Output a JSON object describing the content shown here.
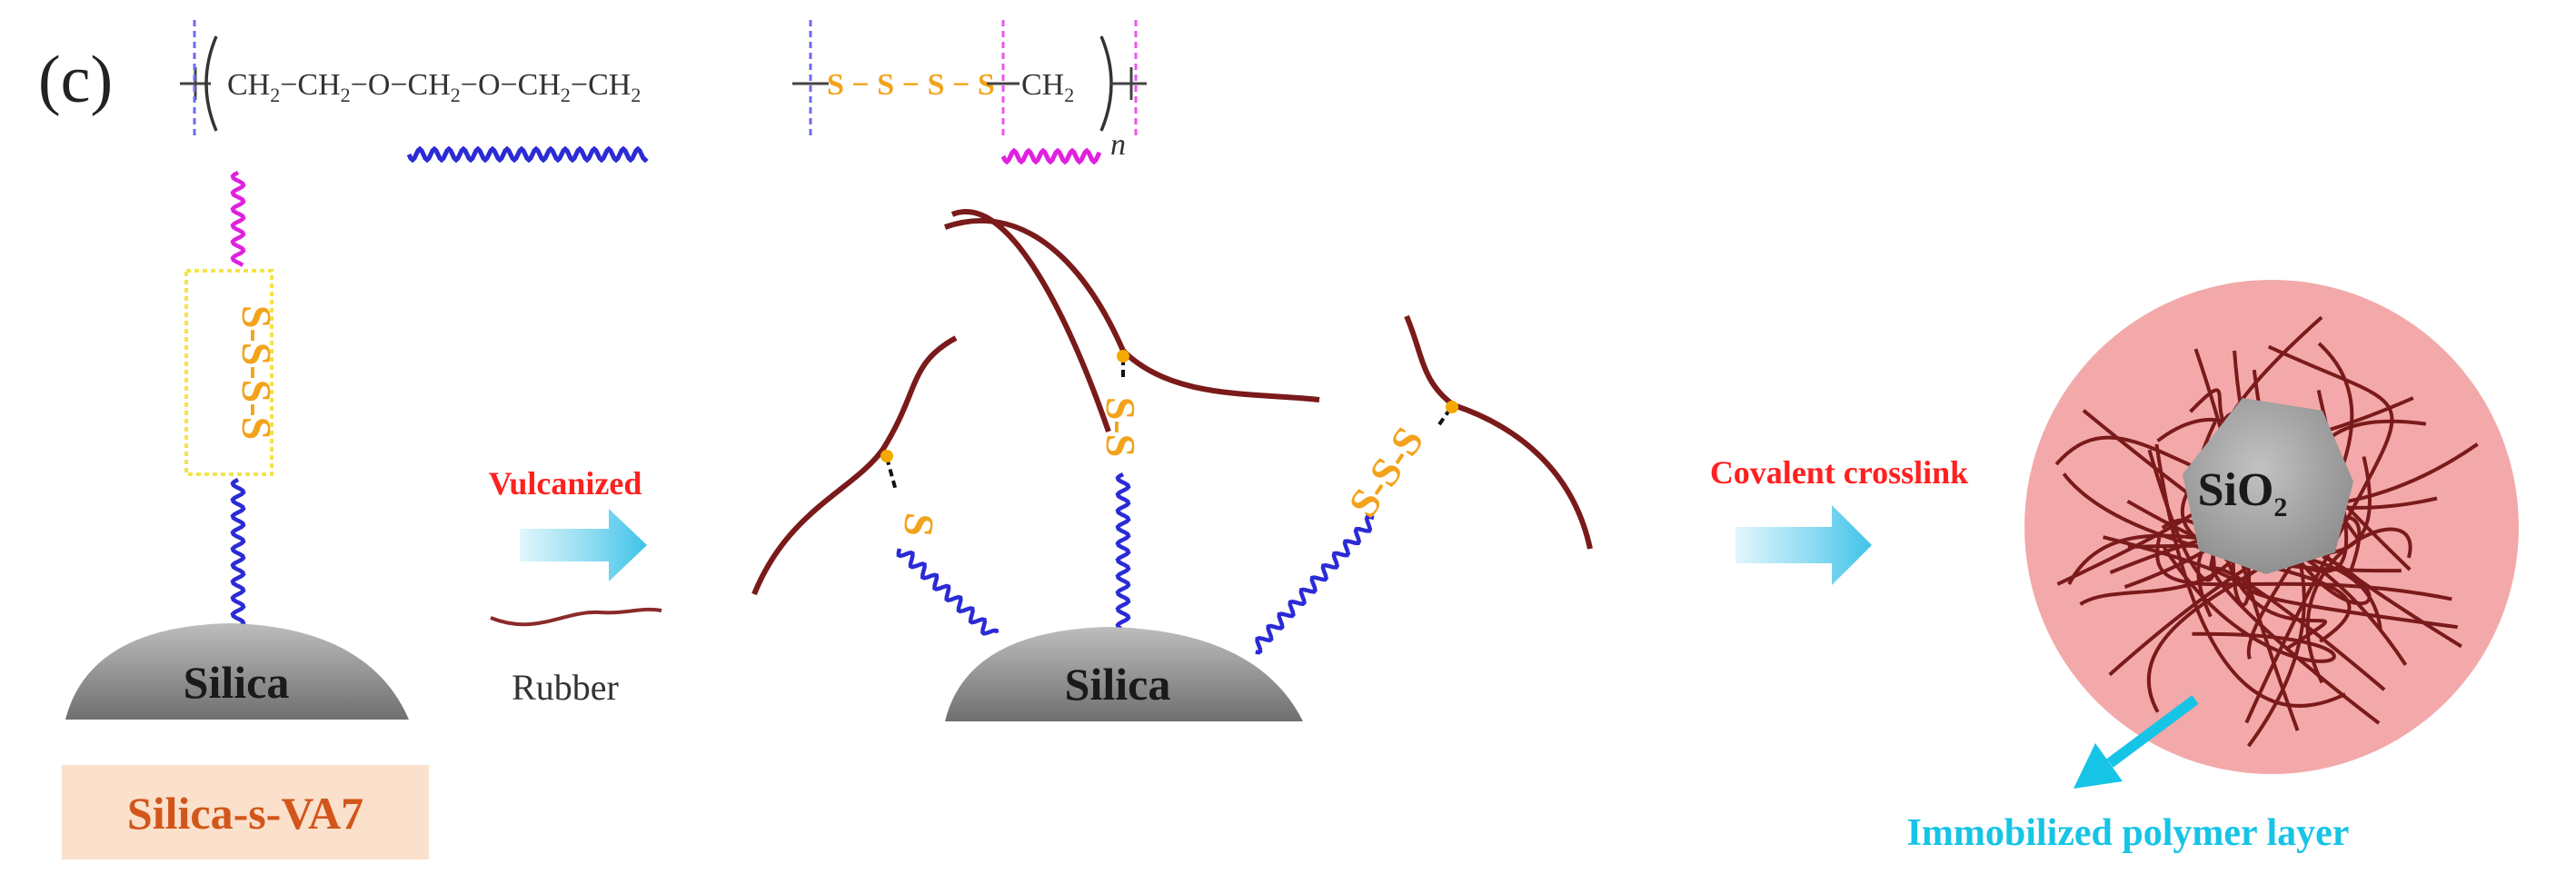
{
  "panel_label": "(c)",
  "formula": {
    "segment_ether": [
      "CH",
      "2",
      "−CH",
      "2",
      "−O−CH",
      "2",
      "−O−CH",
      "2",
      "−CH",
      "2"
    ],
    "segment_sulfur": "S − S − S − S",
    "segment_methylene": [
      "CH",
      "2"
    ],
    "repeat_subscript": "n"
  },
  "silica_left": {
    "label": "Silica",
    "sulfur_chain": "S-S-S-S",
    "name_tag": "Silica-s-VA7"
  },
  "step1": {
    "label": "Vulcanized",
    "rubber_label": "Rubber"
  },
  "silica_middle": {
    "label": "Silica",
    "bridges": [
      "S",
      "S-S",
      "S-S-S"
    ]
  },
  "step2": {
    "label": "Covalent crosslink"
  },
  "particle": {
    "core_label": [
      "SiO",
      "2"
    ],
    "layer_label": "Immobilized polymer layer"
  },
  "colors": {
    "ether_wave": "#2b2bd6",
    "methylene_wave": "#e020e0",
    "sulfur": "#f2a31b",
    "rubber": "#7a1a1a",
    "arrow": "#3fc3e8",
    "step_label": "#ff2020",
    "layer_label": "#16c4e6",
    "tag_bg": "#fbe0cc",
    "tag_text": "#d2561b",
    "silica": "#8a8a8a",
    "shell": "#f3a9a9",
    "node": "#f5a800"
  }
}
